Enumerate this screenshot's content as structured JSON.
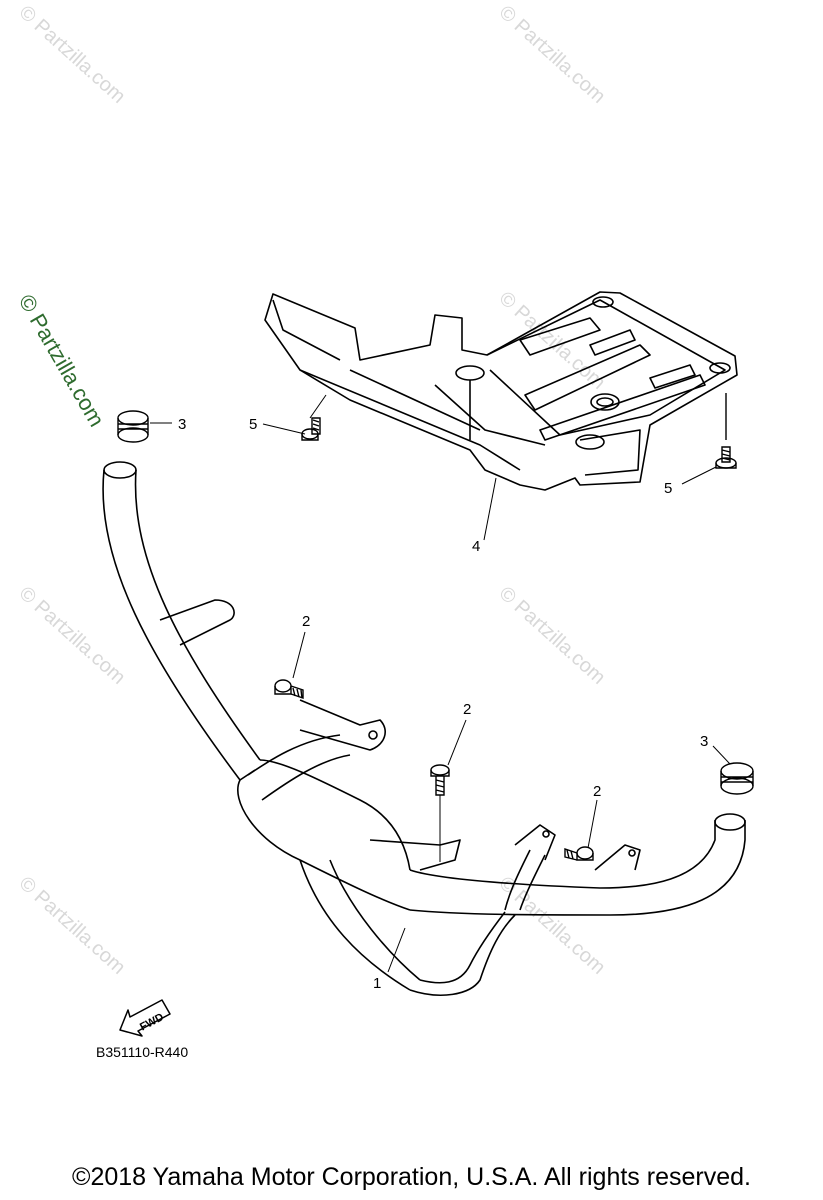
{
  "diagram": {
    "callouts": {
      "part1": "1",
      "part2a": "2",
      "part2b": "2",
      "part2c": "2",
      "part3a": "3",
      "part3b": "3",
      "part4": "4",
      "part5a": "5",
      "part5b": "5"
    },
    "fwd_label": "FWD",
    "reference_code": "B351110-R440",
    "watermark": "© Partzilla.com",
    "colors": {
      "line": "#000000",
      "watermark": "#d8d8d8",
      "watermark_strong": "#2e6b2e"
    },
    "icons": [
      "fwd-arrow-icon"
    ]
  },
  "footer": {
    "copyright": "©2018  Yamaha Motor Corporation, U.S.A. All rights reserved."
  }
}
